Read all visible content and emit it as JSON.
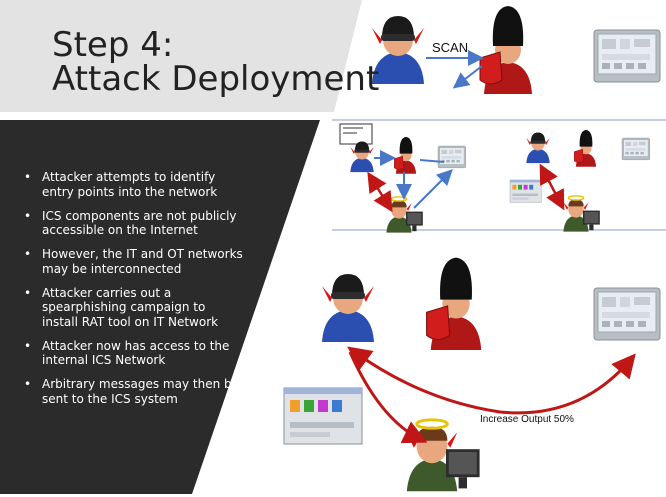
{
  "slide": {
    "title_line1": "Step 4:",
    "title_line2": "Attack Deployment",
    "scan_label": "SCAN",
    "increase_label": "Increase Output 50%",
    "bullets": [
      "Attacker attempts to identify entry points into the network",
      "ICS components are not publicly accessible on the Internet",
      "However, the IT and OT networks may be interconnected",
      "Attacker carries out a spearphishing campaign to install RAT tool on IT Network",
      "Attacker now has access to the internal ICS Network",
      "Arbitrary messages may then be sent to the ICS system"
    ]
  },
  "colors": {
    "title_band": "#e3e3e3",
    "dark_panel": "#2b2b2b",
    "attacker_blue": "#2a4fb0",
    "guard_red": "#c21f1f",
    "arrow_red": "#c01616",
    "arrow_blue": "#4a78c8"
  },
  "icons": [
    "attacker-icon",
    "guard-shield-icon",
    "hmi-panel-icon",
    "operator-icon",
    "rat-window-icon"
  ]
}
